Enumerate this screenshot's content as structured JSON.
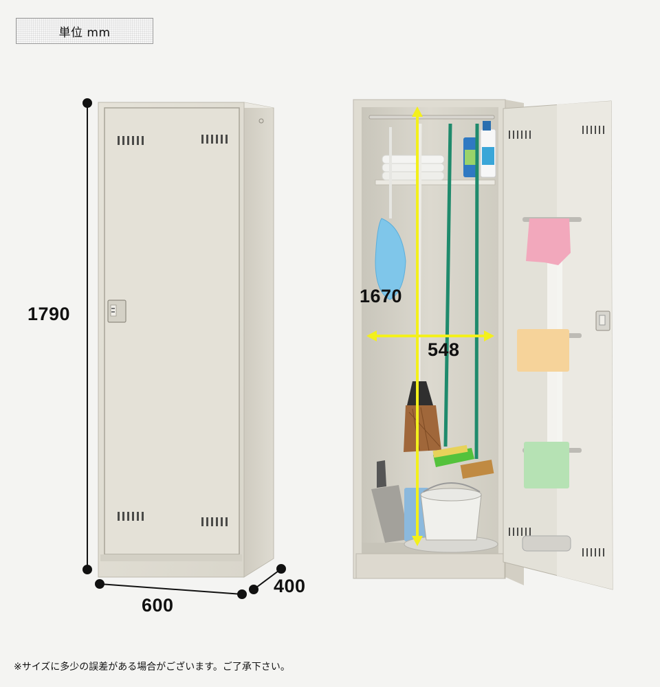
{
  "unit_label": "単位 mm",
  "dimensions": {
    "height": "1790",
    "width": "600",
    "depth": "400",
    "inner_height": "1670",
    "inner_width": "548"
  },
  "colors": {
    "background": "#f4f4f2",
    "cabinet": "#e1ded4",
    "measure_line": "#111111",
    "arrow": "#f3f01c"
  },
  "note": "※サイズに多少の誤差がある場合がございます。ご了承下さい。"
}
